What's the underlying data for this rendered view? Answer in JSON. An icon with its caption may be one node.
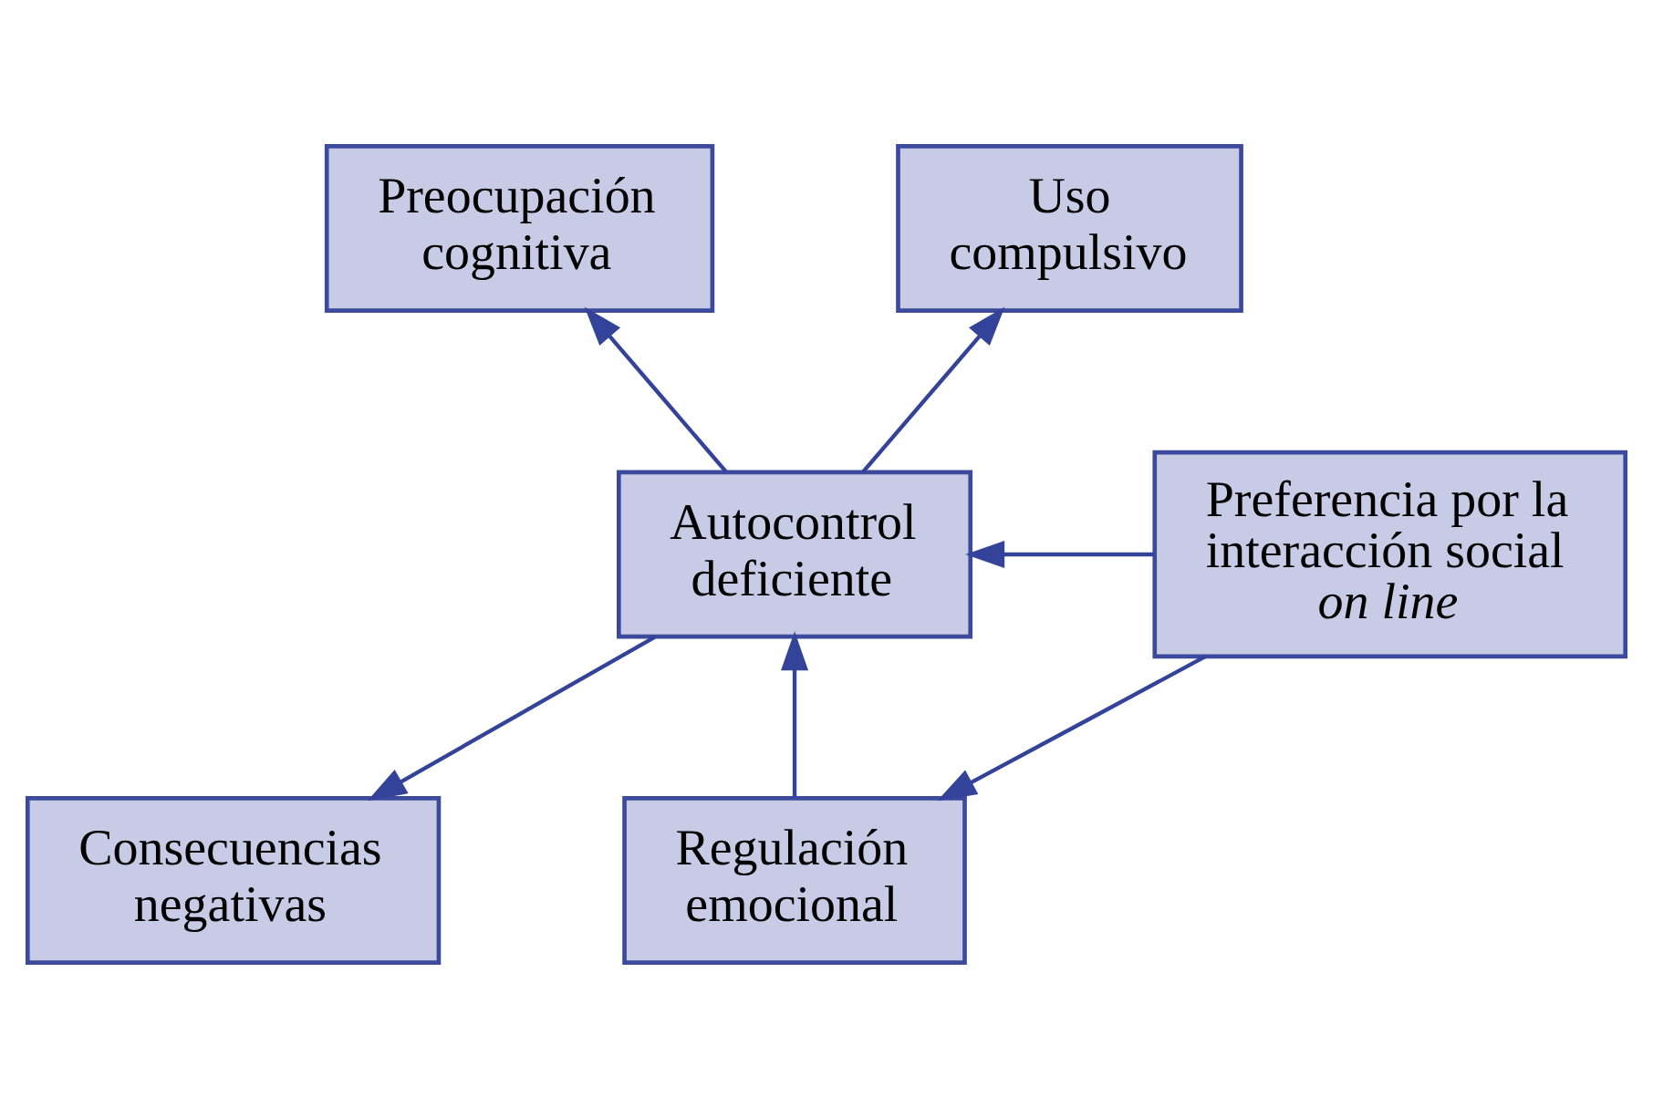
{
  "diagram": {
    "nodes": [
      {
        "text": [
          "Preocupación cognitiva"
        ]
      },
      {
        "text": [
          "Uso compulsivo"
        ]
      },
      {
        "text": [
          "Preferencia por la interacción social *on line*"
        ]
      },
      {
        "text": [
          "Autocontrol deficiente"
        ]
      },
      {
        "text": [
          "Regulación emocional"
        ]
      },
      {
        "text": [
          "Consecuencias negativas"
        ]
      }
    ],
    "edges": [
      {
        "from": 3,
        "to": 0,
        "arrow": "to"
      },
      {
        "from": 3,
        "to": 1,
        "arrow": "to"
      },
      {
        "from": 2,
        "to": 3,
        "arrow": "to"
      },
      {
        "from": 2,
        "to": 4,
        "arrow": "to"
      },
      {
        "from": 4,
        "to": 3,
        "arrow": "to"
      },
      {
        "from": 3,
        "to": 5,
        "arrow": "to"
      }
    ]
  }
}
